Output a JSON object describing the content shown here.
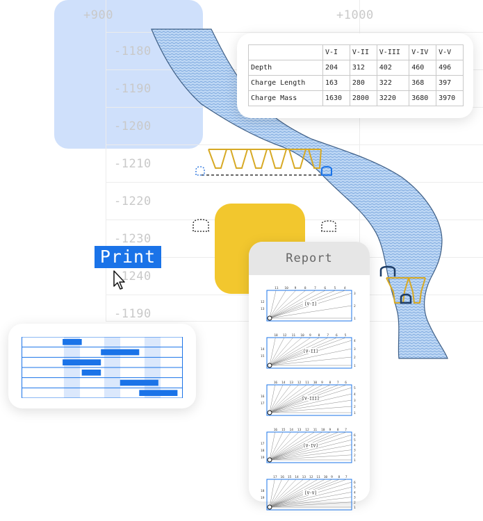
{
  "grid": {
    "x_labels": [
      "+900",
      "+1000"
    ],
    "y_labels": [
      "-1180",
      "-1190",
      "-1200",
      "-1210",
      "-1220",
      "-1230",
      "-1240",
      "-1190"
    ]
  },
  "params_table": {
    "headers": [
      "",
      "V-I",
      "V-II",
      "V-III",
      "V-IV",
      "V-V"
    ],
    "rows": [
      {
        "label": "Depth",
        "values": [
          "204",
          "312",
          "402",
          "460",
          "496"
        ]
      },
      {
        "label": "Charge Length",
        "values": [
          "163",
          "280",
          "322",
          "368",
          "397"
        ]
      },
      {
        "label": "Charge Mass",
        "values": [
          "1630",
          "2800",
          "3220",
          "3680",
          "3970"
        ]
      }
    ]
  },
  "print_button": {
    "label": "Print"
  },
  "report": {
    "title": "Report",
    "diagrams": [
      {
        "id": "[V-I]",
        "top_numbers": [
          "11",
          "10",
          "9",
          "8",
          "7",
          "6",
          "5",
          "4"
        ],
        "left_numbers": [
          "12",
          "13"
        ],
        "right_numbers": [
          "3",
          "2",
          "1"
        ]
      },
      {
        "id": "[V-II]",
        "top_numbers": [
          "18",
          "12",
          "11",
          "10",
          "9",
          "8",
          "7",
          "6",
          "5"
        ],
        "left_numbers": [
          "14",
          "15"
        ],
        "right_numbers": [
          "4",
          "3",
          "2",
          "1"
        ]
      },
      {
        "id": "[V-III]",
        "top_numbers": [
          "16",
          "14",
          "13",
          "12",
          "11",
          "10",
          "9",
          "8",
          "7",
          "6"
        ],
        "left_numbers": [
          "16",
          "17"
        ],
        "right_numbers": [
          "5",
          "4",
          "3",
          "2",
          "1"
        ]
      },
      {
        "id": "[V-IV]",
        "top_numbers": [
          "16",
          "15",
          "14",
          "13",
          "12",
          "11",
          "10",
          "9",
          "8",
          "7"
        ],
        "left_numbers": [
          "17",
          "18",
          "19"
        ],
        "right_numbers": [
          "6",
          "5",
          "4",
          "3",
          "2",
          "1"
        ]
      },
      {
        "id": "[V-V]",
        "top_numbers": [
          "17",
          "16",
          "15",
          "14",
          "13",
          "12",
          "11",
          "10",
          "9",
          "8",
          "7"
        ],
        "left_numbers": [
          "18",
          "19"
        ],
        "right_numbers": [
          "6",
          "5",
          "4",
          "3",
          "2",
          "1"
        ]
      }
    ]
  },
  "gantt": {
    "bars": [
      {
        "row": 0,
        "start": 2,
        "end": 3
      },
      {
        "row": 1,
        "start": 4,
        "end": 6
      },
      {
        "row": 2,
        "start": 2,
        "end": 4
      },
      {
        "row": 3,
        "start": 3,
        "end": 4
      },
      {
        "row": 4,
        "start": 5,
        "end": 7
      },
      {
        "row": 5,
        "start": 6,
        "end": 8
      }
    ]
  },
  "colors": {
    "blue_accent": "#1a73e8",
    "vein_fill": "#b9d4f3",
    "vein_stroke": "#3f5f86",
    "panel_blue": "#cfe0fb",
    "yellow": "#f2c72e",
    "charge_gold": "#d7a924",
    "tunnel_navy": "#1d3c66"
  },
  "icons": {
    "cursor": "arrow-cursor-icon",
    "tunnel": "tunnel-profile-icon"
  }
}
